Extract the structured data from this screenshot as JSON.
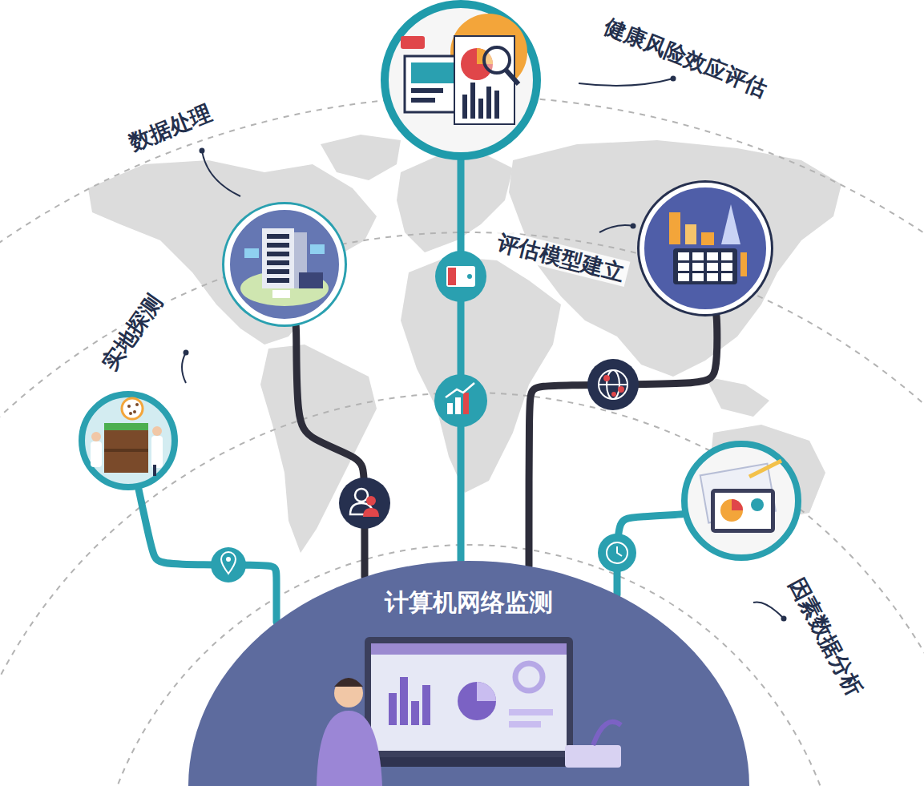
{
  "diagram": {
    "nodes": [
      {
        "text": [
          "健康风险效应评估"
        ]
      },
      {
        "text": [
          "数据处理"
        ]
      },
      {
        "text": [
          "评估模型建立"
        ]
      },
      {
        "text": [
          "实地探测"
        ]
      },
      {
        "text": [
          "因素数据分析"
        ]
      },
      {
        "text": [
          "计算机网络监测"
        ]
      }
    ],
    "edges": [
      {
        "from": 5,
        "to": 3,
        "arrow": "none"
      },
      {
        "from": 5,
        "to": 1,
        "arrow": "none"
      },
      {
        "from": 5,
        "to": 0,
        "arrow": "none"
      },
      {
        "from": 5,
        "to": 2,
        "arrow": "none"
      },
      {
        "from": 5,
        "to": 4,
        "arrow": "none"
      }
    ]
  }
}
